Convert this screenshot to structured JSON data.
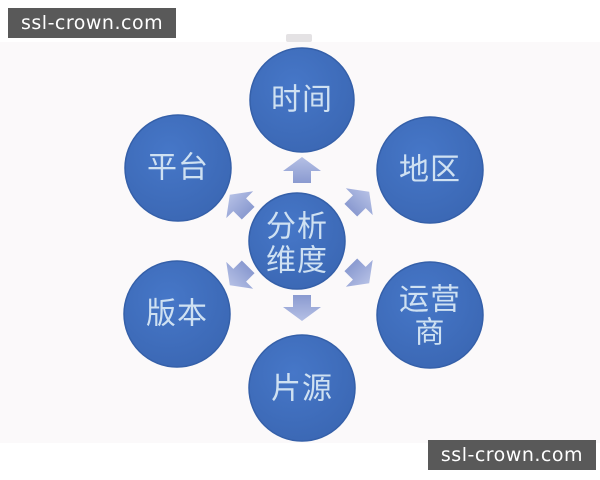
{
  "watermark": {
    "text": "ssl-crown.com"
  },
  "diagram": {
    "title_semantic": "analysis-dimensions-radial-diagram",
    "center": {
      "lines": [
        "分析",
        "维度"
      ]
    },
    "nodes": [
      {
        "id": "time",
        "position": "top",
        "lines": [
          "时间"
        ]
      },
      {
        "id": "region",
        "position": "top-right",
        "lines": [
          "地区"
        ]
      },
      {
        "id": "operator",
        "position": "bottom-right",
        "lines": [
          "运营",
          "商"
        ]
      },
      {
        "id": "source",
        "position": "bottom",
        "lines": [
          "片源"
        ]
      },
      {
        "id": "version",
        "position": "bottom-left",
        "lines": [
          "版本"
        ]
      },
      {
        "id": "platform",
        "position": "top-left",
        "lines": [
          "平台"
        ]
      }
    ],
    "colors": {
      "circle_fill": "#3d6bba",
      "circle_rim": "#3560a9",
      "arrow_fill": "#97a5d5",
      "label_text": "#cfe1f2",
      "canvas_background": "#fbf9fa",
      "watermark_background": "#595959",
      "watermark_text": "#ffffff"
    }
  }
}
